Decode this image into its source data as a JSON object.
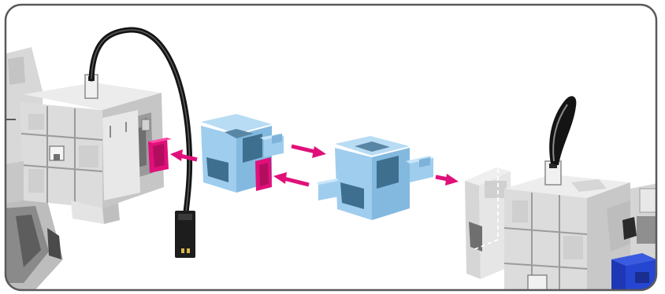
{
  "illustration": {
    "subject": "assembly-step-connect-joint-blocks",
    "frame_color": "#5a5a5a",
    "colors": {
      "grey_block_light": "#e6e6e6",
      "grey_block_mid": "#c9c9c9",
      "grey_block_dark": "#8f8f8f",
      "grey_recess": "#6f6f6f",
      "blue_block_light": "#a9d3f0",
      "blue_block_mid": "#8cbfe3",
      "blue_block_dark": "#6a9fc6",
      "blue_recess": "#3f6f8f",
      "magenta_highlight": "#e0107a",
      "arrow": "#e0107a",
      "cable": "#1a1a1a",
      "cable_highlight": "#7a7a7a",
      "servo_blue": "#1f3fc8",
      "connector_pin": "#d9b64a",
      "dashed_guide": "#ffffff"
    },
    "arrows": [
      {
        "name": "arrow-into-left-block",
        "direction": "left"
      },
      {
        "name": "arrow-first-to-second-upper",
        "direction": "right"
      },
      {
        "name": "arrow-second-to-first-lower",
        "direction": "left"
      },
      {
        "name": "arrow-into-right-block",
        "direction": "right"
      }
    ]
  }
}
